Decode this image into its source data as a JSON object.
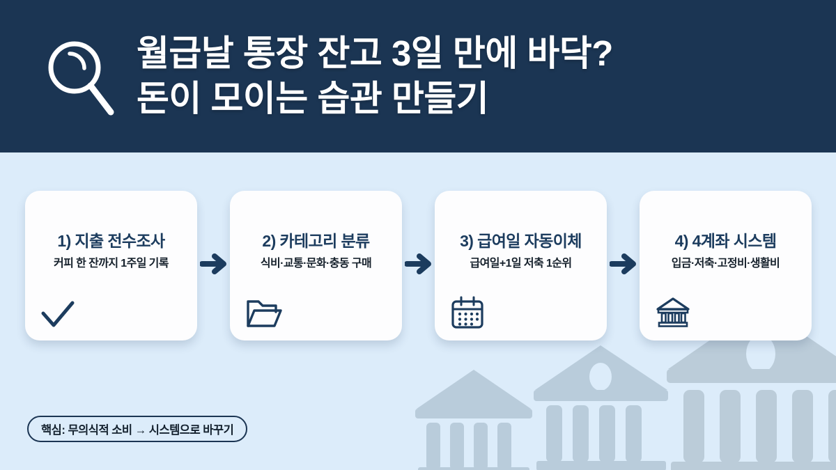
{
  "header": {
    "icon": "magnifier-icon",
    "title_line1": "월급날 통장 잔고 3일 만에 바닥?",
    "title_line2": "돈이 모이는 습관 만들기",
    "background_color": "#1b3553",
    "text_color": "#ffffff"
  },
  "page": {
    "background_color": "#dcecfa",
    "accent_color": "#1c3c5e"
  },
  "flow": {
    "arrow_label": "→",
    "steps": [
      {
        "title": "1) 지출 전수조사",
        "subtitle": "커피 한 잔까지 1주일 기록",
        "icon": "check-icon"
      },
      {
        "title": "2) 카테고리 분류",
        "subtitle": "식비·교통·문화·충동 구매",
        "icon": "folder-icon"
      },
      {
        "title": "3) 급여일 자동이체",
        "subtitle": "급여일+1일 저축 1순위",
        "icon": "calendar-icon"
      },
      {
        "title": "4) 4계좌 시스템",
        "subtitle": "입금·저축·고정비·생활비",
        "icon": "bank-icon"
      }
    ]
  },
  "footer": {
    "key_point": "핵심: 무의식적 소비 → 시스템으로 바꾸기"
  },
  "decoration": {
    "buildings": [
      "bank-silhouette-small",
      "bank-silhouette-medium",
      "bank-silhouette-large"
    ],
    "building_color": "#b8ccdc"
  }
}
